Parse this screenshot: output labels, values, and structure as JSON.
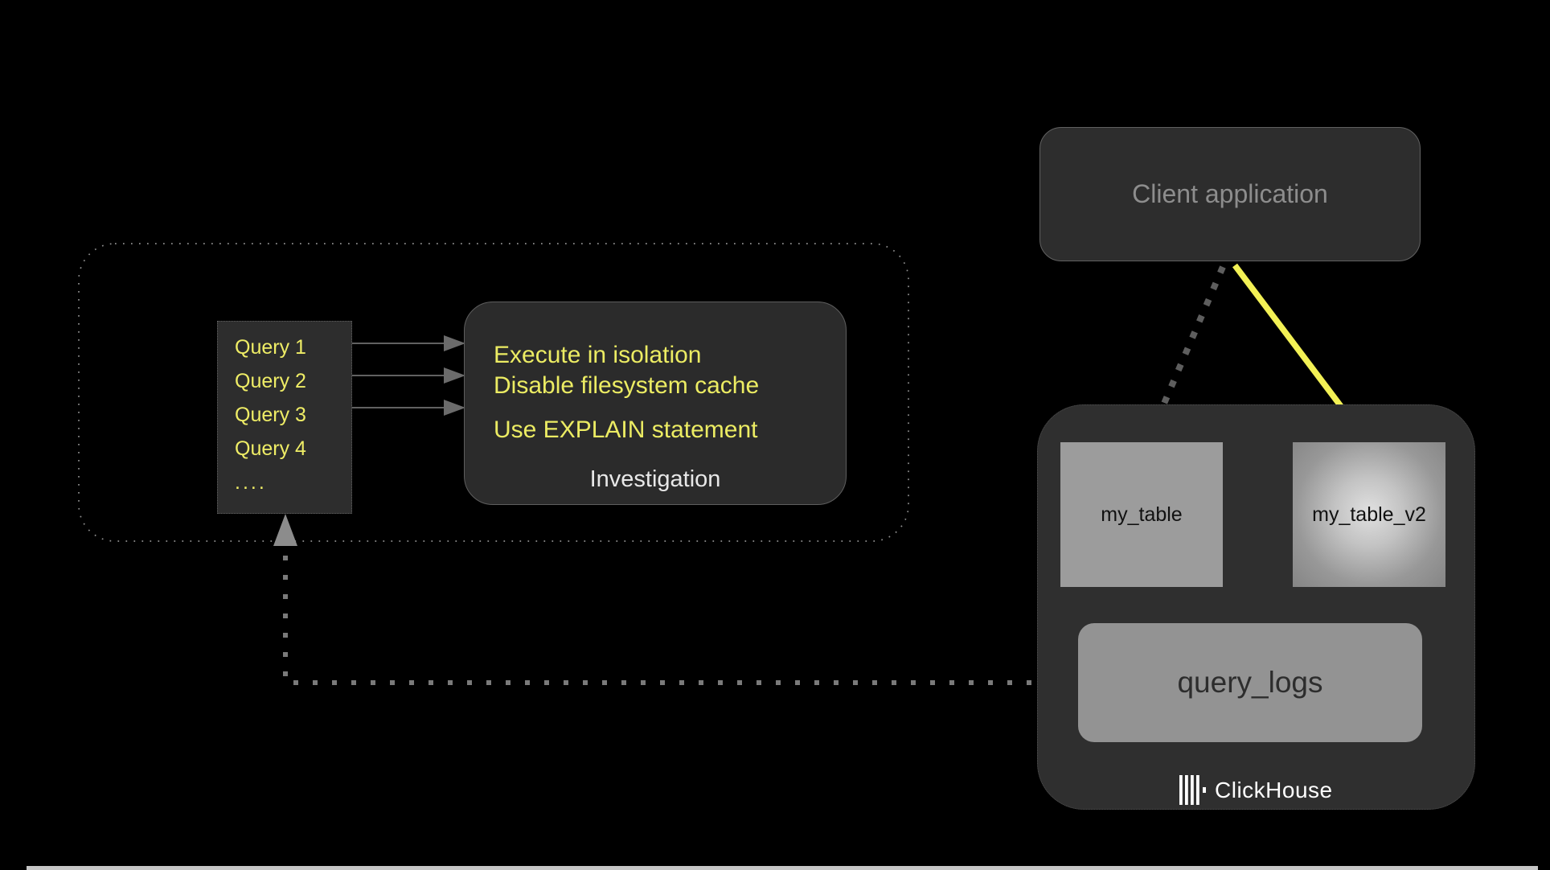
{
  "colors": {
    "background": "#000000",
    "accent_yellow": "#EFED66",
    "arrow_yellow": "#F3F155",
    "panel_dark": "#2D2D2D",
    "table_gray": "#9C9C9C",
    "muted_text": "#8D8D8D",
    "brand_white": "#FFFFFF"
  },
  "left_group": {
    "queries": [
      "Query 1",
      "Query 2",
      "Query 3",
      "Query 4"
    ],
    "more": "....",
    "investigation": {
      "notes": [
        "Execute in isolation",
        "Disable filesystem cache",
        "Use EXPLAIN statement"
      ],
      "label": "Investigation"
    }
  },
  "client": {
    "label": "Client application"
  },
  "clickhouse": {
    "table": "my_table",
    "table_v2": "my_table_v2",
    "query_logs": "query_logs",
    "brand": "ClickHouse"
  }
}
